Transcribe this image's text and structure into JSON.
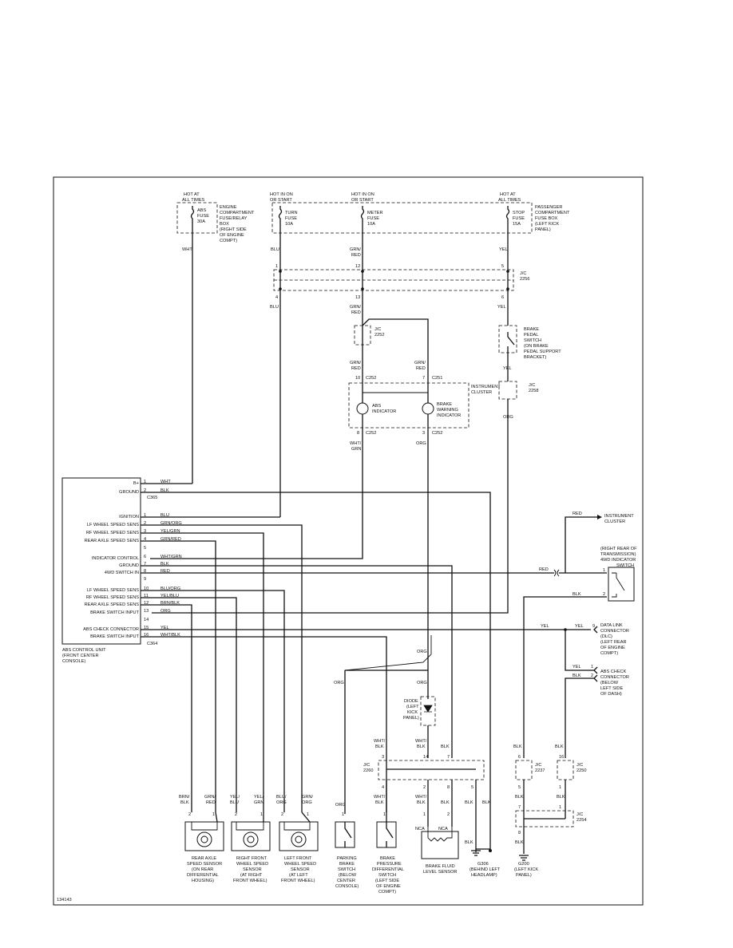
{
  "fuses": {
    "abs": {
      "hot": "HOT AT\nALL TIMES",
      "lines": [
        "ABS",
        "FUSE",
        "30A"
      ],
      "box": [
        "ENGINE",
        "COMPARTMENT",
        "FUSE/RELAY",
        "BOX",
        "(RIGHT SIDE",
        "OF ENGINE",
        "COMPT)"
      ]
    },
    "turn": {
      "hot": "HOT IN ON\nOR START",
      "lines": [
        "TURN",
        "FUSE",
        "10A"
      ]
    },
    "meter": {
      "hot": "HOT IN ON\nOR START",
      "lines": [
        "METER",
        "FUSE",
        "10A"
      ]
    },
    "stop": {
      "hot": "HOT AT\nALL TIMES",
      "lines": [
        "STOP",
        "FUSE",
        "15A"
      ],
      "box": [
        "PASSENGER",
        "COMPARTMENT",
        "FUSE BOX",
        "(LEFT KICK",
        "PANEL)"
      ]
    }
  },
  "jc2256": {
    "name": "J/C",
    "num": "2256"
  },
  "jc2252": {
    "name": "J/C",
    "num": "2252"
  },
  "jc2258": {
    "name": "J/C",
    "num": "2258"
  },
  "jc2260": {
    "name": "J/C",
    "num": "2260"
  },
  "jc2237": {
    "name": "J/C",
    "num": "2237"
  },
  "jc2250": {
    "name": "J/C",
    "num": "2250"
  },
  "jc2254": {
    "name": "J/C",
    "num": "2254"
  },
  "brake_pedal_switch": [
    "BRAKE",
    "PEDAL",
    "SWITCH",
    "(ON BRAKE",
    "PEDAL SUPPORT",
    "BRACKET)"
  ],
  "instrument_cluster": {
    "label": "INSTRUMENT\nCLUSTER",
    "abs": [
      "ABS",
      "INDICATOR"
    ],
    "brake": [
      "BRAKE",
      "WARNING",
      "INDICATOR"
    ],
    "c252": "C252",
    "c251": "C251"
  },
  "ecu": {
    "title": [
      "ABS CONTROL UNIT",
      "(FRONT CENTER",
      "CONSOLE)"
    ],
    "c365": "C365",
    "c364": "C364",
    "pins": [
      {
        "n": "1",
        "label": "B+",
        "wire": "WHT"
      },
      {
        "n": "2",
        "label": "GROUND",
        "wire": "BLK"
      },
      {
        "n": "1",
        "label": "IGNITION",
        "wire": "BLU"
      },
      {
        "n": "2",
        "label": "LF WHEEL SPEED SENS",
        "wire": "GRN/ORG"
      },
      {
        "n": "3",
        "label": "RF WHEEL SPEED SENS",
        "wire": "YEL/GRN"
      },
      {
        "n": "4",
        "label": "REAR AXLE SPEED SENS",
        "wire": "GRN/RED"
      },
      {
        "n": "5",
        "label": "",
        "wire": ""
      },
      {
        "n": "6",
        "label": "INDICATOR CONTROL",
        "wire": "WHT/GRN"
      },
      {
        "n": "7",
        "label": "GROUND",
        "wire": "BLK"
      },
      {
        "n": "8",
        "label": "4WD SWITCH IN",
        "wire": "RED"
      },
      {
        "n": "9",
        "label": "",
        "wire": ""
      },
      {
        "n": "10",
        "label": "LF WHEEL SPEED SENS",
        "wire": "BLU/ORG"
      },
      {
        "n": "11",
        "label": "RF WHEEL SPEED SENS",
        "wire": "YEL/BLU"
      },
      {
        "n": "12",
        "label": "REAR AXLE SPEED SENS",
        "wire": "BRN/BLK"
      },
      {
        "n": "13",
        "label": "BRAKE SWITCH INPUT",
        "wire": "ORG"
      },
      {
        "n": "14",
        "label": "",
        "wire": ""
      },
      {
        "n": "15",
        "label": "ABS CHECK CONNECTOR",
        "wire": "YEL"
      },
      {
        "n": "16",
        "label": "BRAKE SWITCH INPUT",
        "wire": "WHT/BLK"
      }
    ]
  },
  "right_side": {
    "ic": "INSTRUMENT\nCLUSTER",
    "fourwd": [
      "(RIGHT REAR OF",
      "TRANSMISSION)",
      "4WD INDICATOR",
      "SWITCH"
    ],
    "dlc": [
      "DATA LINK",
      "CONNECTOR",
      "(DLC)",
      "(LEFT REAR",
      "OF ENGINE",
      "COMPT)"
    ],
    "abscheck": [
      "ABS CHECK",
      "CONNECTOR",
      "(BELOW",
      "LEFT SIDE",
      "OF DASH)"
    ]
  },
  "diode": [
    "DIODE",
    "(LEFT",
    "KICK",
    "PANEL)"
  ],
  "components": {
    "rear_sensor": [
      "REAR AXLE",
      "SPEED SENSOR",
      "(ON REAR",
      "DIFFERENTIAL",
      "HOUSING)"
    ],
    "rf_sensor": [
      "RIGHT FRONT",
      "WHEEL SPEED",
      "SENSOR",
      "(AT RIGHT",
      "FRONT WHEEL)"
    ],
    "lf_sensor": [
      "LEFT FRONT",
      "WHEEL SPEED",
      "SENSOR",
      "(AT LEFT",
      "FRONT WHEEL)"
    ],
    "parking": [
      "PARKING",
      "BRAKE",
      "SWITCH",
      "(BELOW",
      "CENTER",
      "CONSOLE)"
    ],
    "pressure": [
      "BRAKE",
      "PRESSURE",
      "DIFFERENTIAL",
      "SWITCH",
      "(LEFT SIDE",
      "OF ENGINE",
      "COMPT)"
    ],
    "fluid": [
      "BRAKE FLUID",
      "LEVEL SENSOR"
    ],
    "g306": [
      "G306",
      "(BEHIND LEFT",
      "HEADLAMP)"
    ],
    "g200": [
      "G200",
      "(LEFT KICK",
      "PANEL)"
    ]
  },
  "wire_labels": {
    "wht": "WHT",
    "blu": "BLU",
    "grn_red": "GRN/\nRED",
    "yel": "YEL",
    "orgl": "ORG",
    "wht_grn": "WHT/\nGRN",
    "grn_red2": "GRN/\nRED",
    "blk": "BLK",
    "red": "RED",
    "wht_blk": "WHT/\nBLK",
    "nca": "NCA"
  },
  "figure_id": "134143"
}
